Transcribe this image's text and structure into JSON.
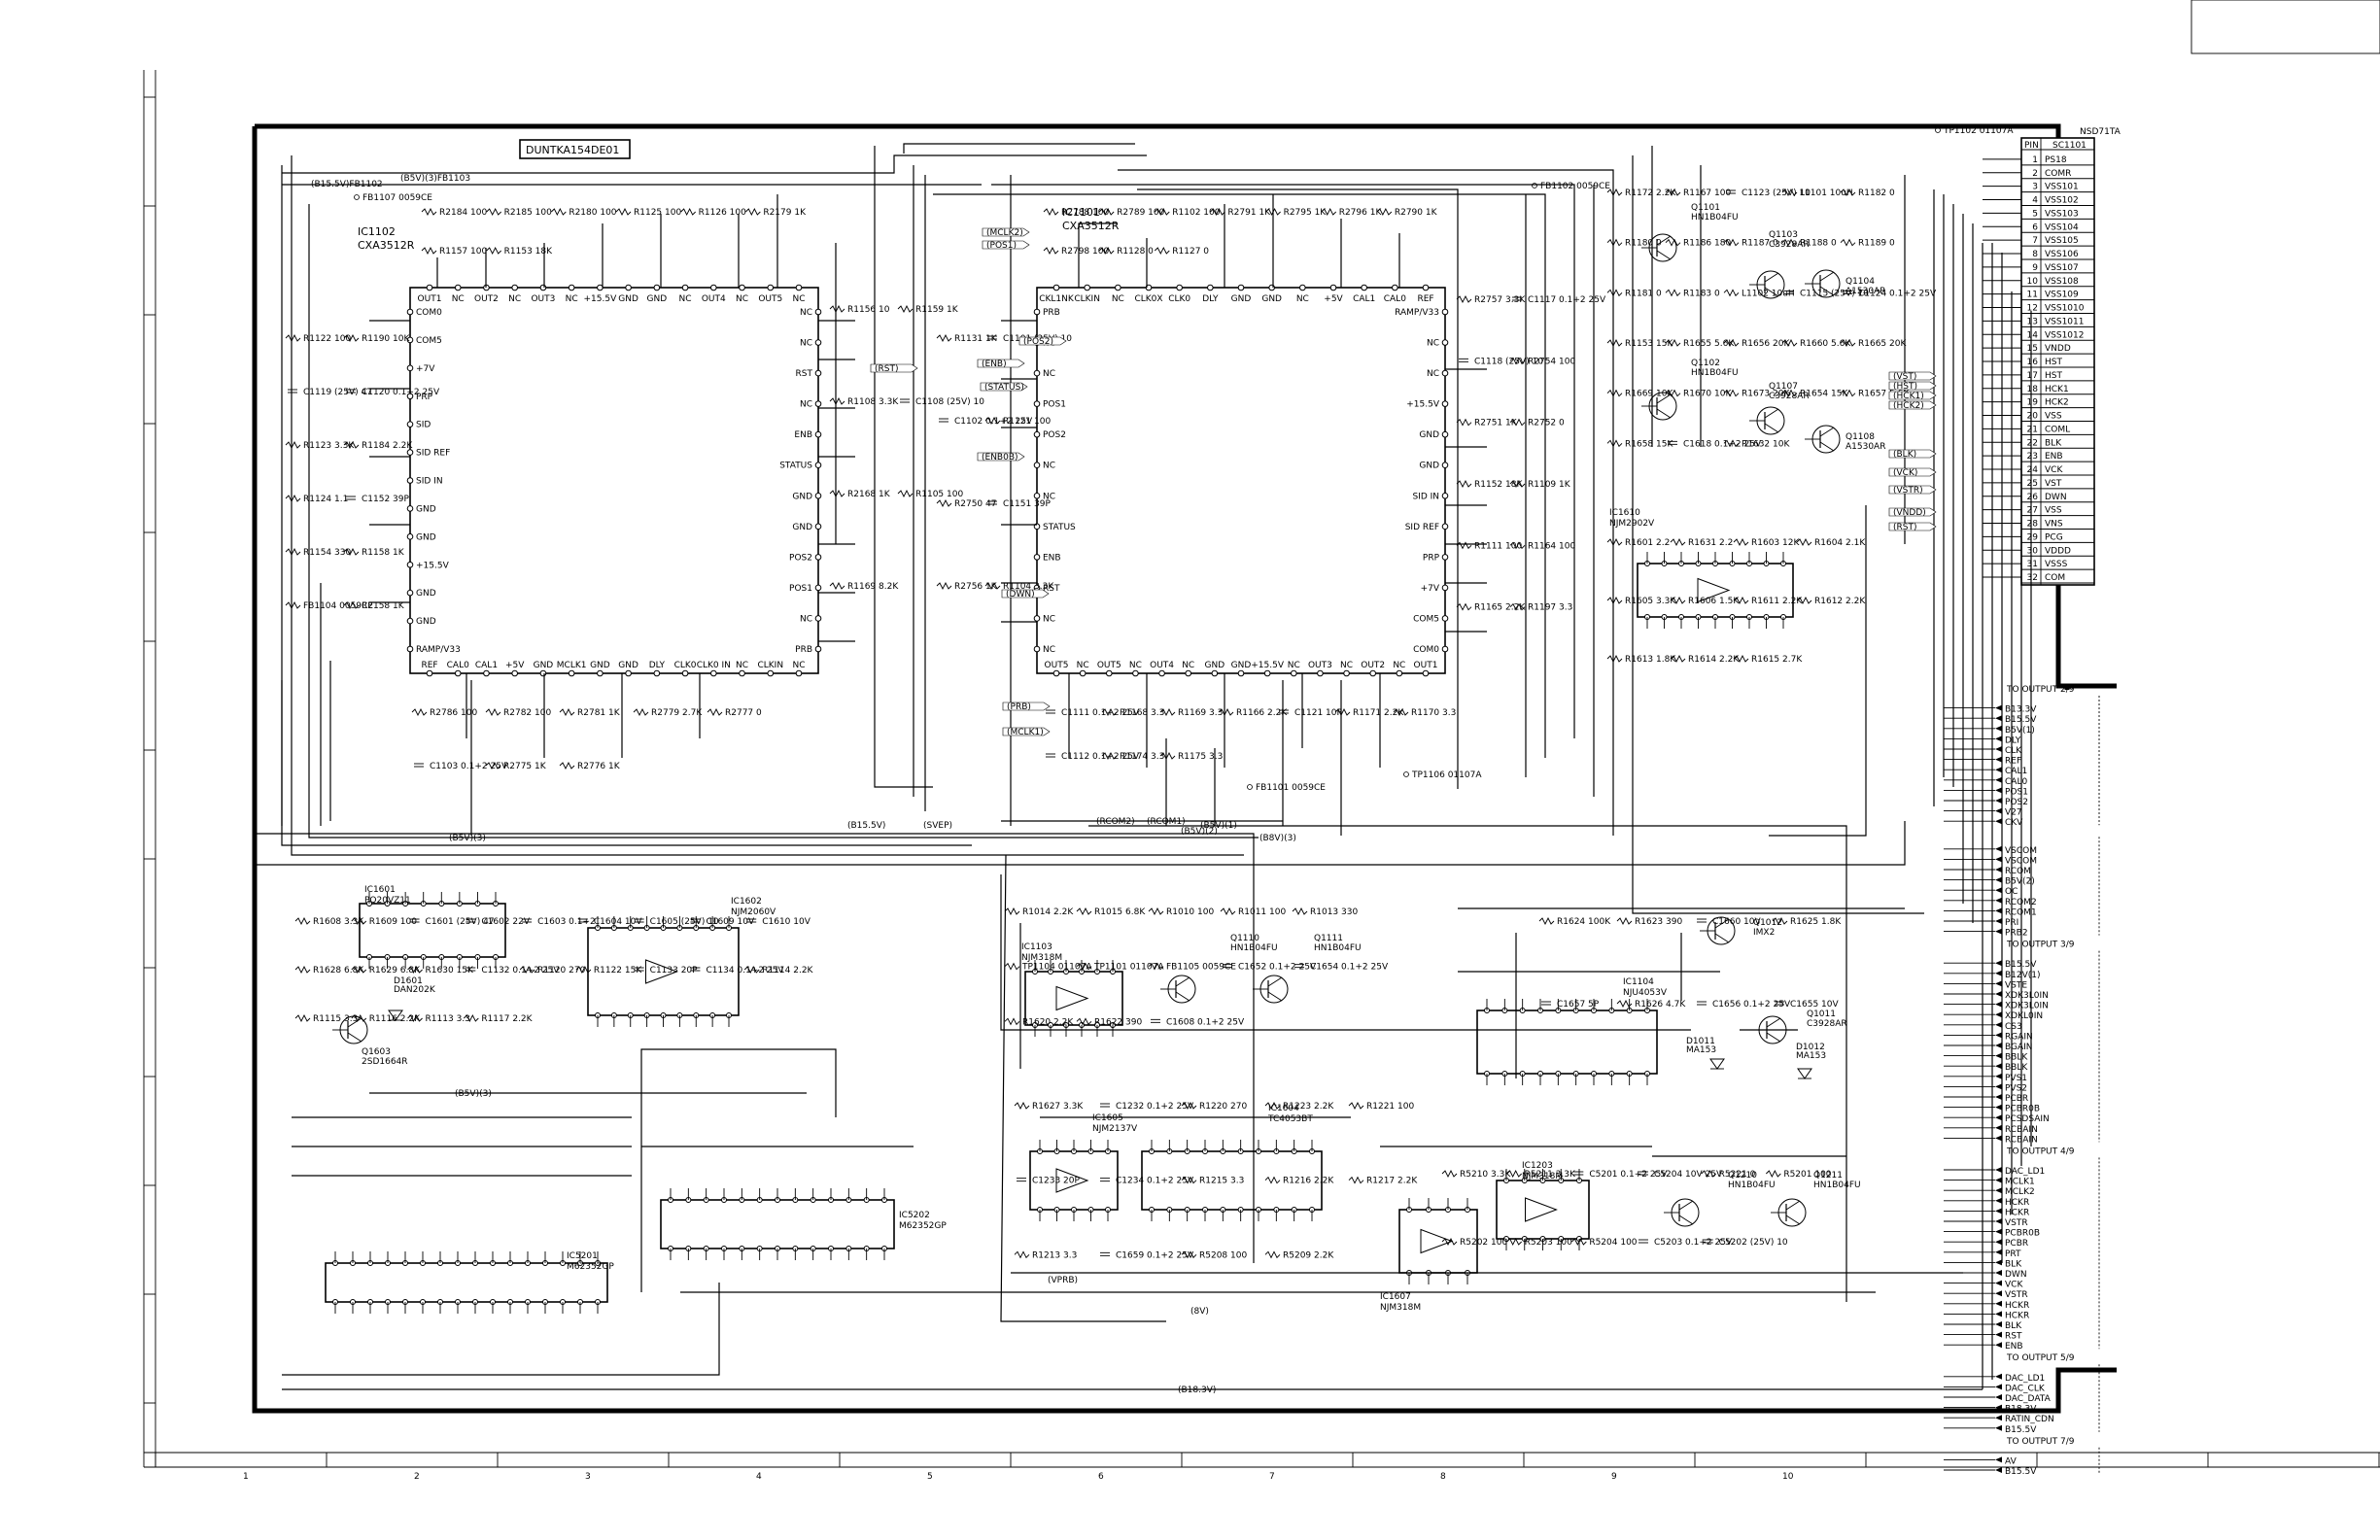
{
  "board_title": "DUNTKA154DE01",
  "ics": [
    {
      "ref": "IC1102",
      "part": "CXA3512R",
      "pins_top": [
        "OUT1",
        "NC",
        "OUT2",
        "NC",
        "OUT3",
        "NC",
        "+15.5V",
        "GND",
        "GND",
        "NC",
        "OUT4",
        "NC",
        "OUT5",
        "NC"
      ],
      "pins_left": [
        "COM0",
        "COM5",
        "+7V",
        "PRP",
        "SID",
        "SID REF",
        "SID IN",
        "GND",
        "GND",
        "+15.5V",
        "GND",
        "GND",
        "RAMP/V33"
      ],
      "pins_right": [
        "NC",
        "NC",
        "RST",
        "NC",
        "ENB",
        "STATUS",
        "GND",
        "GND",
        "POS2",
        "POS1",
        "NC",
        "PRB"
      ],
      "pins_bottom": [
        "REF",
        "CAL0",
        "CAL1",
        "+5V",
        "GND",
        "MCLK1",
        "GND",
        "GND",
        "DLY",
        "CLK0",
        "CLK0 IN",
        "NC",
        "CLKIN",
        "NC"
      ]
    },
    {
      "ref": "IC1101",
      "part": "CXA3512R",
      "pins_top": [
        "CKL1NK",
        "CLKIN",
        "NC",
        "CLK0X",
        "CLK0",
        "DLY",
        "GND",
        "GND",
        "NC",
        "+5V",
        "CAL1",
        "CAL0",
        "REF"
      ],
      "pins_left": [
        "PRB",
        "NC",
        "NC",
        "POS1",
        "POS2",
        "NC",
        "NC",
        "STATUS",
        "ENB",
        "RST",
        "NC",
        "NC"
      ],
      "pins_right": [
        "RAMP/V33",
        "NC",
        "NC",
        "+15.5V",
        "GND",
        "GND",
        "SID IN",
        "SID REF",
        "PRP",
        "+7V",
        "COM5",
        "COM0"
      ],
      "pins_bottom": [
        "OUT5",
        "NC",
        "OUT5",
        "NC",
        "OUT4",
        "NC",
        "GND",
        "GND",
        "+15.5V",
        "NC",
        "OUT3",
        "NC",
        "OUT2",
        "NC",
        "OUT1"
      ]
    },
    {
      "ref": "IC1601",
      "part": "PQ20VZ11"
    },
    {
      "ref": "IC1602",
      "part": "NJM2060V"
    },
    {
      "ref": "IC1103",
      "part": "NJM318M"
    },
    {
      "ref": "IC1104",
      "part": "NJU4053V"
    },
    {
      "ref": "IC1605",
      "part": "NJM2137V"
    },
    {
      "ref": "IC1604",
      "part": "TC4053BT"
    },
    {
      "ref": "IC1607",
      "part": "NJM318M"
    },
    {
      "ref": "IC1203",
      "part": "NJM318M"
    },
    {
      "ref": "IC1610",
      "part": "NJM2902V"
    },
    {
      "ref": "IC5201",
      "part": "M62352GP"
    },
    {
      "ref": "IC5202",
      "part": "M62352GP"
    }
  ],
  "transistors": [
    {
      "ref": "Q1101",
      "part": "HN1B04FU"
    },
    {
      "ref": "Q1103",
      "part": "C3928AR"
    },
    {
      "ref": "Q1104",
      "part": "A1530AR"
    },
    {
      "ref": "Q1102",
      "part": "HN1B04FU"
    },
    {
      "ref": "Q1107",
      "part": "C3928AR"
    },
    {
      "ref": "Q1108",
      "part": "A1530AR"
    },
    {
      "ref": "Q1110",
      "part": "HN1B04FU"
    },
    {
      "ref": "Q1111",
      "part": "HN1B04FU"
    },
    {
      "ref": "Q1012",
      "part": "IMX2"
    },
    {
      "ref": "Q1011",
      "part": "C3928AR"
    },
    {
      "ref": "Q1210",
      "part": "HN1B04FU"
    },
    {
      "ref": "Q1211",
      "part": "HN1B04FU"
    },
    {
      "ref": "Q1603",
      "part": "2SD1664R"
    }
  ],
  "diodes": [
    {
      "ref": "D1601",
      "part": "DAN202K"
    },
    {
      "ref": "D1011",
      "part": "MA153"
    },
    {
      "ref": "D1012",
      "part": "MA153"
    }
  ],
  "connector": {
    "ref": "SC1101",
    "header_pin": "PIN",
    "header_sig": "SC1101",
    "note": "NSD71TA",
    "pins": [
      {
        "n": "1",
        "s": "PS18"
      },
      {
        "n": "2",
        "s": "COMR"
      },
      {
        "n": "3",
        "s": "VSS101"
      },
      {
        "n": "4",
        "s": "VSS102"
      },
      {
        "n": "5",
        "s": "VSS103"
      },
      {
        "n": "6",
        "s": "VSS104"
      },
      {
        "n": "7",
        "s": "VSS105"
      },
      {
        "n": "8",
        "s": "VSS106"
      },
      {
        "n": "9",
        "s": "VSS107"
      },
      {
        "n": "10",
        "s": "VSS108"
      },
      {
        "n": "11",
        "s": "VSS109"
      },
      {
        "n": "12",
        "s": "VSS1010"
      },
      {
        "n": "13",
        "s": "VSS1011"
      },
      {
        "n": "14",
        "s": "VSS1012"
      },
      {
        "n": "15",
        "s": "VNDD"
      },
      {
        "n": "16",
        "s": "HST"
      },
      {
        "n": "17",
        "s": "HST"
      },
      {
        "n": "18",
        "s": "HCK1"
      },
      {
        "n": "19",
        "s": "HCK2"
      },
      {
        "n": "20",
        "s": "VSS"
      },
      {
        "n": "21",
        "s": "COML"
      },
      {
        "n": "22",
        "s": "BLK"
      },
      {
        "n": "23",
        "s": "ENB"
      },
      {
        "n": "24",
        "s": "VCK"
      },
      {
        "n": "25",
        "s": "VST"
      },
      {
        "n": "26",
        "s": "DWN"
      },
      {
        "n": "27",
        "s": "VSS"
      },
      {
        "n": "28",
        "s": "VNS"
      },
      {
        "n": "29",
        "s": "PCG"
      },
      {
        "n": "30",
        "s": "VDDD"
      },
      {
        "n": "31",
        "s": "VSSS"
      },
      {
        "n": "32",
        "s": "COM"
      }
    ]
  },
  "output_groups": [
    {
      "title": "TO OUTPUT 2/9",
      "signals": [
        "B13.3V",
        "B15.5V",
        "B5V(1)",
        "DLY",
        "CLK",
        "REF",
        "CAL1",
        "CAL0",
        "POS1",
        "POS2",
        "V27",
        "CKV"
      ]
    },
    {
      "title": "",
      "signals": [
        "VSCOM",
        "VSCOM",
        "RCOM",
        "B5V(2)",
        "OC",
        "RCOM2",
        "RCOM1",
        "PRI",
        "PRB2"
      ]
    },
    {
      "title": "TO OUTPUT 3/9",
      "signals": [
        "B15.5V",
        "B12V(1)",
        "VSTE",
        "XDK3L0IN",
        "XDK3L0IN",
        "XDKL0IN",
        "CS3",
        "RGAIN",
        "BGAIN",
        "BBLK",
        "BBLK",
        "PVS1",
        "PVS2",
        "PCBR",
        "PCBR0B",
        "PCSDSAIN",
        "RCBAIN",
        "RCBAIN"
      ]
    },
    {
      "title": "TO OUTPUT 4/9",
      "signals": [
        "DAC_LD1",
        "MCLK1",
        "MCLK2",
        "HCKR",
        "HCKR",
        "VSTR",
        "PCBR0B",
        "PCBR",
        "PRT",
        "BLK",
        "DWN",
        "VCK",
        "VSTR",
        "HCKR",
        "HCKR",
        "BLK",
        "RST",
        "ENB"
      ]
    },
    {
      "title": "TO OUTPUT 5/9",
      "signals": [
        "DAC_LD1",
        "DAC_CLK",
        "DAC_DATA",
        "B18.3V",
        "RATIN_CDN",
        "B15.5V"
      ]
    },
    {
      "title": "TO OUTPUT 7/9",
      "signals": [
        "AV",
        "B15.5V"
      ]
    }
  ],
  "side_nets": [
    "(RST)",
    "(PRB)",
    "(MCLK1)",
    "(MCLK2)",
    "(POS1)",
    "(POS2)",
    "(ENB)",
    "(STATUS)",
    "(ENB0B)",
    "(DWN)",
    "(VCK)",
    "(VSTR)",
    "(VST)",
    "(HST)",
    "(HCK1)",
    "(HCK2)",
    "(BLK)",
    "(VNDD)",
    "(RST)"
  ],
  "buses": [
    "(B5V)(3)",
    "(B15.5V)",
    "(B5V)(3)",
    "(B18.3V)",
    "(B5V)(1)",
    "(8V)",
    "(VPRB)",
    "(SVEP)",
    "(B15.5V)FB1102",
    "(B5V)(3)FB1103",
    "(B8V)(3)",
    "(RCOM2)",
    "(RCOM1)",
    "(B5V)(2)"
  ],
  "components": [
    "R1122 100",
    "R1190 10K",
    "C1119 (25V) 47",
    "C1120 0.1+2 25V",
    "R1123 3.3K",
    "R1184 2.2K",
    "R1124 1.1",
    "C1152 39P",
    "R1154 330",
    "R1158 1K",
    "FB1104 0059CE",
    "R2158 1K",
    "R2184 100",
    "R2185 100",
    "R2180 100",
    "R1125 100",
    "R1126 100",
    "R2179 1K",
    "R1157 100",
    "R1153 18K",
    "R1156 10",
    "R1159 1K",
    "R1108 3.3K",
    "C1108 (25V) 10",
    "R2168 1K",
    "R1105 100",
    "R1169 8.2K",
    "R2786 100",
    "R2782 100",
    "R2781 1K",
    "R2779 2.7K",
    "R2777 0",
    "C1103 0.1+2 25V",
    "R2775 1K",
    "R2776 1K",
    "R2788 100",
    "R2789 100",
    "R1102 100",
    "R2791 1K",
    "R2795 1K",
    "R2796 1K",
    "R2790 1K",
    "R2798 100",
    "R1128 0",
    "R1127 0",
    "R1131 1K",
    "C1101 (25V) 10",
    "C1102 0.1+2 25V",
    "R1121 100",
    "R2750 47",
    "C1151 39P",
    "R2756 1K",
    "R1104 3.3K",
    "R2757 3.3K",
    "C1117 0.1+2 25V",
    "C1118 (25V) 10",
    "R2754 100",
    "R2751 1K",
    "R2752 0",
    "R1152 18K",
    "R1109 1K",
    "R1111 100",
    "R1164 100",
    "R1165 2.2K",
    "R1197 3.3",
    "C1111 0.1+2 25V",
    "R1168 3.3",
    "R1169 3.3",
    "R1166 2.2K",
    "C1121 10P",
    "R1171 2.2K",
    "R1170 3.3",
    "C1112 0.1+2 25V",
    "R1174 3.3",
    "R1175 3.3",
    "R1172 2.2K",
    "R1167 100",
    "C1123 (25V) 10",
    "L1101 10uH",
    "R1182 0",
    "R1180 0",
    "R1186 180",
    "R1187 0",
    "R1188 0",
    "R1189 0",
    "R1181 0",
    "R1183 0",
    "L1102 10uH",
    "C1115 (25V) 10",
    "C1124 0.1+2 25V",
    "R1153 15K",
    "R1655 5.6K",
    "R1656 20K",
    "R1660 5.6K",
    "R1665 20K",
    "R1669 10K",
    "R1670 10K",
    "R1673 20K",
    "R1654 15K",
    "R1657 5.6K",
    "R1658 15K",
    "C1618 0.1+2 25V",
    "R1632 10K",
    "R1601 2.2",
    "R1631 2.2",
    "R1603 12K",
    "R1604 2.1K",
    "R1605 3.3K",
    "R1606 1.5K",
    "R1611 2.2K",
    "R1612 2.2K",
    "R1613 1.8K",
    "R1614 2.2K",
    "R1615 2.7K",
    "R1608 3.3K",
    "R1609 100",
    "C1601 (25V) 47",
    "C1602 22V",
    "C1603 0.1+2",
    "C1604 10V",
    "C1605 (25V) 10",
    "C1609 10V",
    "C1610 10V",
    "R1628 6.8K",
    "R1629 6.8K",
    "R1630 15K",
    "C1132 0.1+2 25V",
    "R1120 270",
    "R1122 15K",
    "C1133 20P",
    "C1134 0.1+2 25V",
    "R1114 2.2K",
    "R1115 3.3",
    "R1116 2.2K",
    "R1113 3.3",
    "R1117 2.2K",
    "R1014 2.2K",
    "R1015 6.8K",
    "R1010 100",
    "R1011 100",
    "R1013 330",
    "TP1104 01107A",
    "TP1101 01107A",
    "FB1105 0059CE",
    "C1652 0.1+2 25V",
    "C1654 0.1+2 25V",
    "R1620 2.2K",
    "R1622 390",
    "C1608 0.1+2 25V",
    "R1624 100K",
    "R1623 390",
    "C1660 10V",
    "R1625 1.8K",
    "C1657 5P",
    "R1626 4.7K",
    "C1656 0.1+2 25V",
    "C1655 10V",
    "R1627 3.3K",
    "C1232 0.1+2 25V",
    "R1220 270",
    "R1223 2.2K",
    "R1221 100",
    "C1233 20P",
    "C1234 0.1+2 25V",
    "R1215 3.3",
    "R1216 2.2K",
    "R1217 2.2K",
    "R1213 3.3",
    "C1659 0.1+2 25V",
    "R5208 100",
    "R5209 2.2K",
    "R5210 3.3K",
    "R5211 3.3K",
    "C5201 0.1+2 25V",
    "C5204 10V 25V",
    "R5221 0",
    "R5201 100",
    "R5202 100",
    "R5203 100",
    "R5204 100",
    "C5203 0.1+2 25V",
    "C5202 (25V) 10"
  ],
  "test_points": [
    "TP1102 01107A",
    "TP1106 01107A",
    "FB1107 0059CE",
    "FB1102 0059CE",
    "FB1101 0059CE"
  ],
  "bottom_sheet_labels": [
    "1",
    "2",
    "3",
    "4",
    "5",
    "6",
    "7",
    "8",
    "9",
    "10"
  ]
}
